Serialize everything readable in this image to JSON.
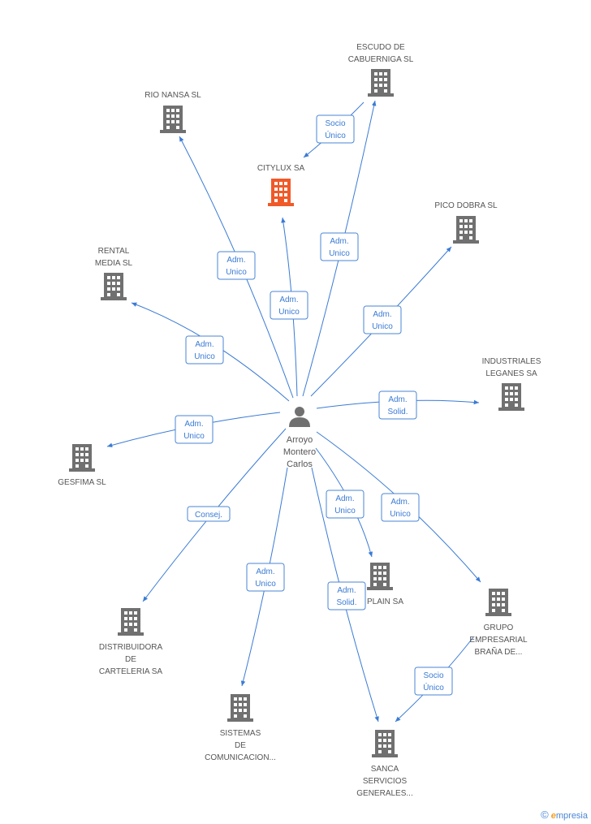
{
  "colors": {
    "edge": "#3a7bd5",
    "building": "#707070",
    "highlight": "#f05a28",
    "person": "#707070"
  },
  "center": {
    "lines": [
      "Arroyo",
      "Montero",
      "Carlos"
    ],
    "icon": "person-icon"
  },
  "nodes": [
    {
      "id": "escudo",
      "lines": [
        "ESCUDO DE",
        "CABUERNIGA SL"
      ],
      "icon": "building-icon"
    },
    {
      "id": "rionansa",
      "lines": [
        "RIO NANSA SL"
      ],
      "icon": "building-icon"
    },
    {
      "id": "citylux",
      "lines": [
        "CITYLUX SA"
      ],
      "icon": "building-icon",
      "highlight": true
    },
    {
      "id": "picodobra",
      "lines": [
        "PICO DOBRA SL"
      ],
      "icon": "building-icon"
    },
    {
      "id": "rental",
      "lines": [
        "RENTAL",
        "MEDIA SL"
      ],
      "icon": "building-icon"
    },
    {
      "id": "industriales",
      "lines": [
        "INDUSTRIALES",
        "LEGANES SA"
      ],
      "icon": "building-icon"
    },
    {
      "id": "gesfima",
      "lines": [
        "GESFIMA SL"
      ],
      "icon": "building-icon"
    },
    {
      "id": "plain",
      "lines": [
        "PLAIN SA"
      ],
      "icon": "building-icon"
    },
    {
      "id": "grupo",
      "lines": [
        "GRUPO",
        "EMPRESARIAL",
        "BRAÑA DE..."
      ],
      "icon": "building-icon"
    },
    {
      "id": "distribuidora",
      "lines": [
        "DISTRIBUIDORA",
        "DE",
        "CARTELERIA SA"
      ],
      "icon": "building-icon"
    },
    {
      "id": "sistemas",
      "lines": [
        "SISTEMAS",
        "DE",
        "COMUNICACION..."
      ],
      "icon": "building-icon"
    },
    {
      "id": "sanca",
      "lines": [
        "SANCA",
        "SERVICIOS",
        "GENERALES..."
      ],
      "icon": "building-icon"
    }
  ],
  "edges": [
    {
      "from": "center",
      "to": "rionansa",
      "label": [
        "Adm.",
        "Unico"
      ]
    },
    {
      "from": "center",
      "to": "citylux",
      "label": [
        "Adm.",
        "Unico"
      ]
    },
    {
      "from": "center",
      "to": "escudo",
      "label": [
        "Adm.",
        "Unico"
      ]
    },
    {
      "from": "escudo",
      "to": "citylux",
      "label": [
        "Socio",
        "Único"
      ]
    },
    {
      "from": "center",
      "to": "picodobra",
      "label": [
        "Adm.",
        "Unico"
      ]
    },
    {
      "from": "center",
      "to": "rental",
      "label": [
        "Adm.",
        "Unico"
      ]
    },
    {
      "from": "center",
      "to": "industriales",
      "label": [
        "Adm.",
        "Solid."
      ]
    },
    {
      "from": "center",
      "to": "gesfima",
      "label": [
        "Adm.",
        "Unico"
      ]
    },
    {
      "from": "center",
      "to": "distribuidora",
      "label": [
        "Consej."
      ]
    },
    {
      "from": "center",
      "to": "plain",
      "label": [
        "Adm.",
        "Unico"
      ]
    },
    {
      "from": "center",
      "to": "grupo",
      "label": [
        "Adm.",
        "Unico"
      ]
    },
    {
      "from": "center",
      "to": "sistemas",
      "label": [
        "Adm.",
        "Unico"
      ]
    },
    {
      "from": "center",
      "to": "sanca",
      "label": [
        "Adm.",
        "Solid."
      ]
    },
    {
      "from": "grupo",
      "to": "sanca",
      "label": [
        "Socio",
        "Único"
      ]
    }
  ],
  "watermark": {
    "copyright": "©",
    "brand_initial": "e",
    "brand_rest": "mpresia"
  }
}
